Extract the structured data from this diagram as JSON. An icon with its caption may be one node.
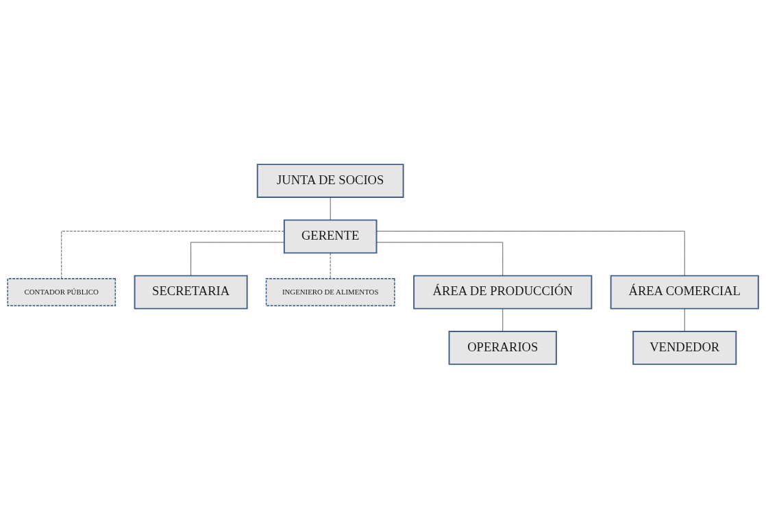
{
  "diagram": {
    "nodes": [
      {
        "text": [
          "JUNTA DE SOCIOS"
        ]
      },
      {
        "text": [
          "GERENTE"
        ]
      },
      {
        "text": [
          "CONTADOR PÚBLICO"
        ]
      },
      {
        "text": [
          "SECRETARIA"
        ]
      },
      {
        "text": [
          "INGENIERO DE ALIMENTOS"
        ]
      },
      {
        "text": [
          "ÁREA DE PRODUCCIÓN"
        ]
      },
      {
        "text": [
          "ÁREA COMERCIAL"
        ]
      },
      {
        "text": [
          "OPERARIOS"
        ]
      },
      {
        "text": [
          "VENDEDOR"
        ]
      }
    ],
    "edges": [
      {
        "from": 0,
        "to": 1,
        "arrow": "none"
      },
      {
        "from": 1,
        "to": 2,
        "arrow": "none",
        "style": "dashed"
      },
      {
        "from": 1,
        "to": 3,
        "arrow": "none"
      },
      {
        "from": 1,
        "to": 4,
        "arrow": "none",
        "style": "dashed"
      },
      {
        "from": 1,
        "to": 5,
        "arrow": "none"
      },
      {
        "from": 1,
        "to": 6,
        "arrow": "none"
      },
      {
        "from": 5,
        "to": 7,
        "arrow": "none"
      },
      {
        "from": 6,
        "to": 8,
        "arrow": "none"
      }
    ]
  }
}
